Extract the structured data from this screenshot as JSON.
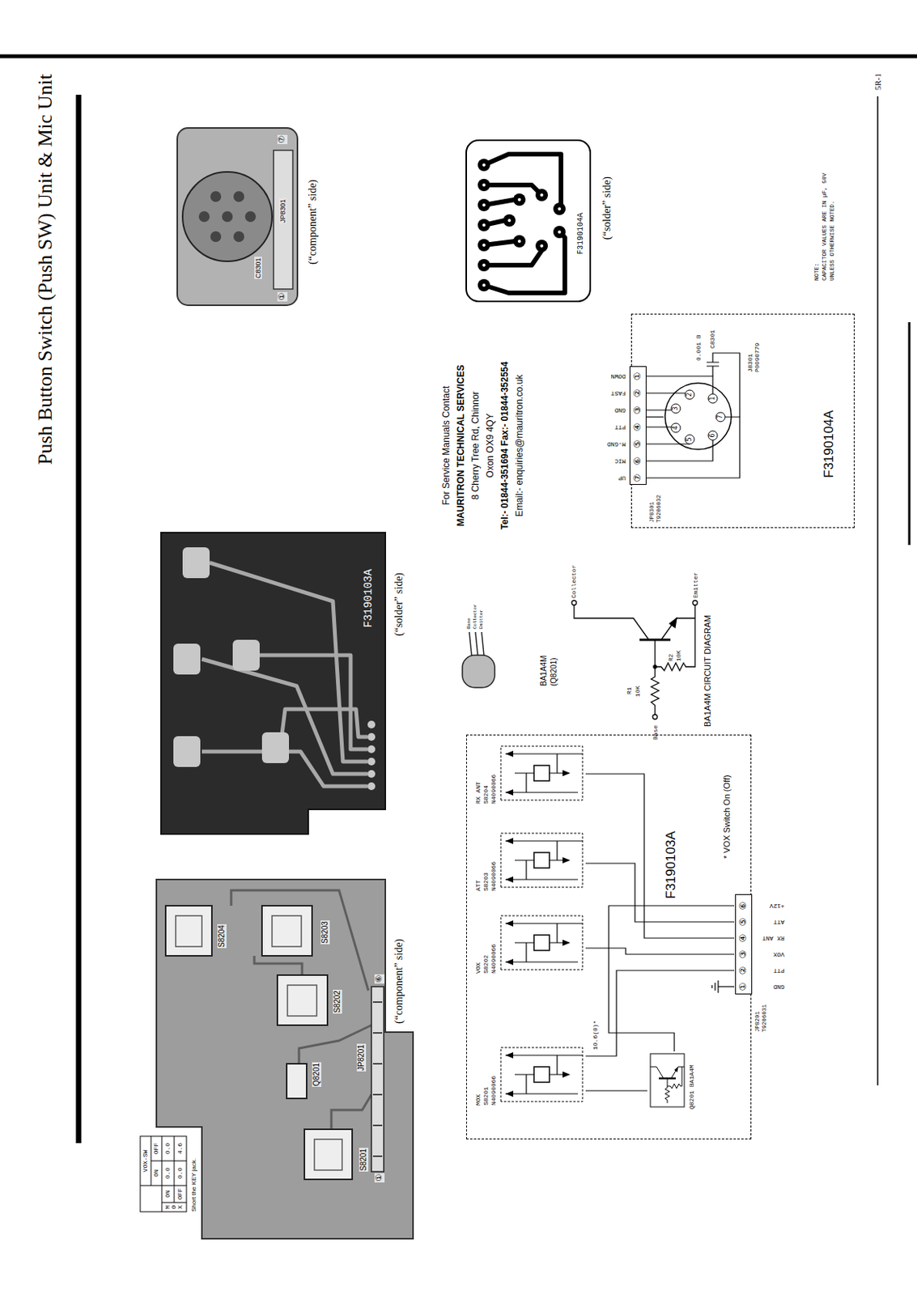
{
  "diagram": {
    "title": "Push Button Switch (Push SW) Unit & Mic Unit",
    "nodes": [
      {
        "text": [
          "F3190103A"
        ]
      },
      {
        "text": [
          "MOX",
          "S8201",
          "N4090066"
        ],
        "in": 0
      },
      {
        "text": [
          "VOX",
          "S8202",
          "N4090066"
        ],
        "in": 0
      },
      {
        "text": [
          "ATT",
          "S8203",
          "N4090066"
        ],
        "in": 0
      },
      {
        "text": [
          "RX ANT",
          "S8204",
          "N4090066"
        ],
        "in": 0
      },
      {
        "text": [
          "Q8201 BA1A4M"
        ],
        "in": 0
      },
      {
        "text": [
          "JP8201 T9206031"
        ],
        "in": 0
      },
      {
        "text": [
          "F3190104A"
        ]
      },
      {
        "text": [
          "JP8301 T9206032"
        ],
        "in": 7
      },
      {
        "text": [
          "J8301 P0090779"
        ],
        "in": 7
      }
    ],
    "edges": [
      {
        "from": 1,
        "to": 6,
        "arrow": "none"
      },
      {
        "from": 2,
        "to": 6,
        "arrow": "none"
      },
      {
        "from": 3,
        "to": 6,
        "arrow": "none"
      },
      {
        "from": 4,
        "to": 6,
        "arrow": "none"
      },
      {
        "from": 5,
        "to": 1,
        "arrow": "none"
      },
      {
        "from": 9,
        "to": 8,
        "arrow": "none"
      }
    ],
    "labels": [
      "5R-1",
      "NOTE:",
      "CAPACITOR VALUES ARE IN µF, 50V",
      "UNLESS OTHERWISE NOTED.",
      "For Service Manuals Contact",
      "MAURITRON TECHNICAL SERVICES",
      "8 Cherry Tree Rd, Chinnor",
      "Oxon OX9 4QY",
      "Tel:- 01844-351694 Fax:- 01844-352554",
      "Email:- enquiries@mauritron.co.uk",
      "S8204",
      "S8203",
      "S8202",
      "Q8201",
      "S8201",
      "JP8201",
      "⑥",
      "①",
      "(“component” side)",
      "F3190103A",
      "(“solder” side)",
      "C8301",
      "JP8301",
      "①",
      "⑦",
      "(“component” side)",
      "F3190104A",
      "(“solder” side)",
      "Base",
      "Collector",
      "Emitter",
      "BA1A4M",
      "(Q8201)",
      "Collector",
      "Emitter",
      "Base",
      "10K",
      "R1",
      "R2",
      "10K",
      "BA1A4M CIRCUIT DIAGRAM",
      "10.6(0)*",
      "①",
      "②",
      "③",
      "④",
      "⑤",
      "⑥",
      "GND",
      "PTT",
      "VOX",
      "RX ANT",
      "ATT",
      "+12V",
      "* VOX Switch On (Off)",
      "①",
      "②",
      "③",
      "④",
      "⑤",
      "⑥",
      "⑦",
      "DOWN",
      "FAST",
      "GND",
      "PTT",
      "M-GND",
      "MIC",
      "UP",
      "1",
      "2",
      "3",
      "4",
      "5",
      "6",
      "7",
      "0.001 B",
      "C8301",
      "VOX-SW",
      "ON",
      "OFF",
      "MOX",
      "ON",
      "0.0",
      "0.0",
      "OFF",
      "0.0",
      "4.6",
      "Short the KEY jack."
    ]
  }
}
